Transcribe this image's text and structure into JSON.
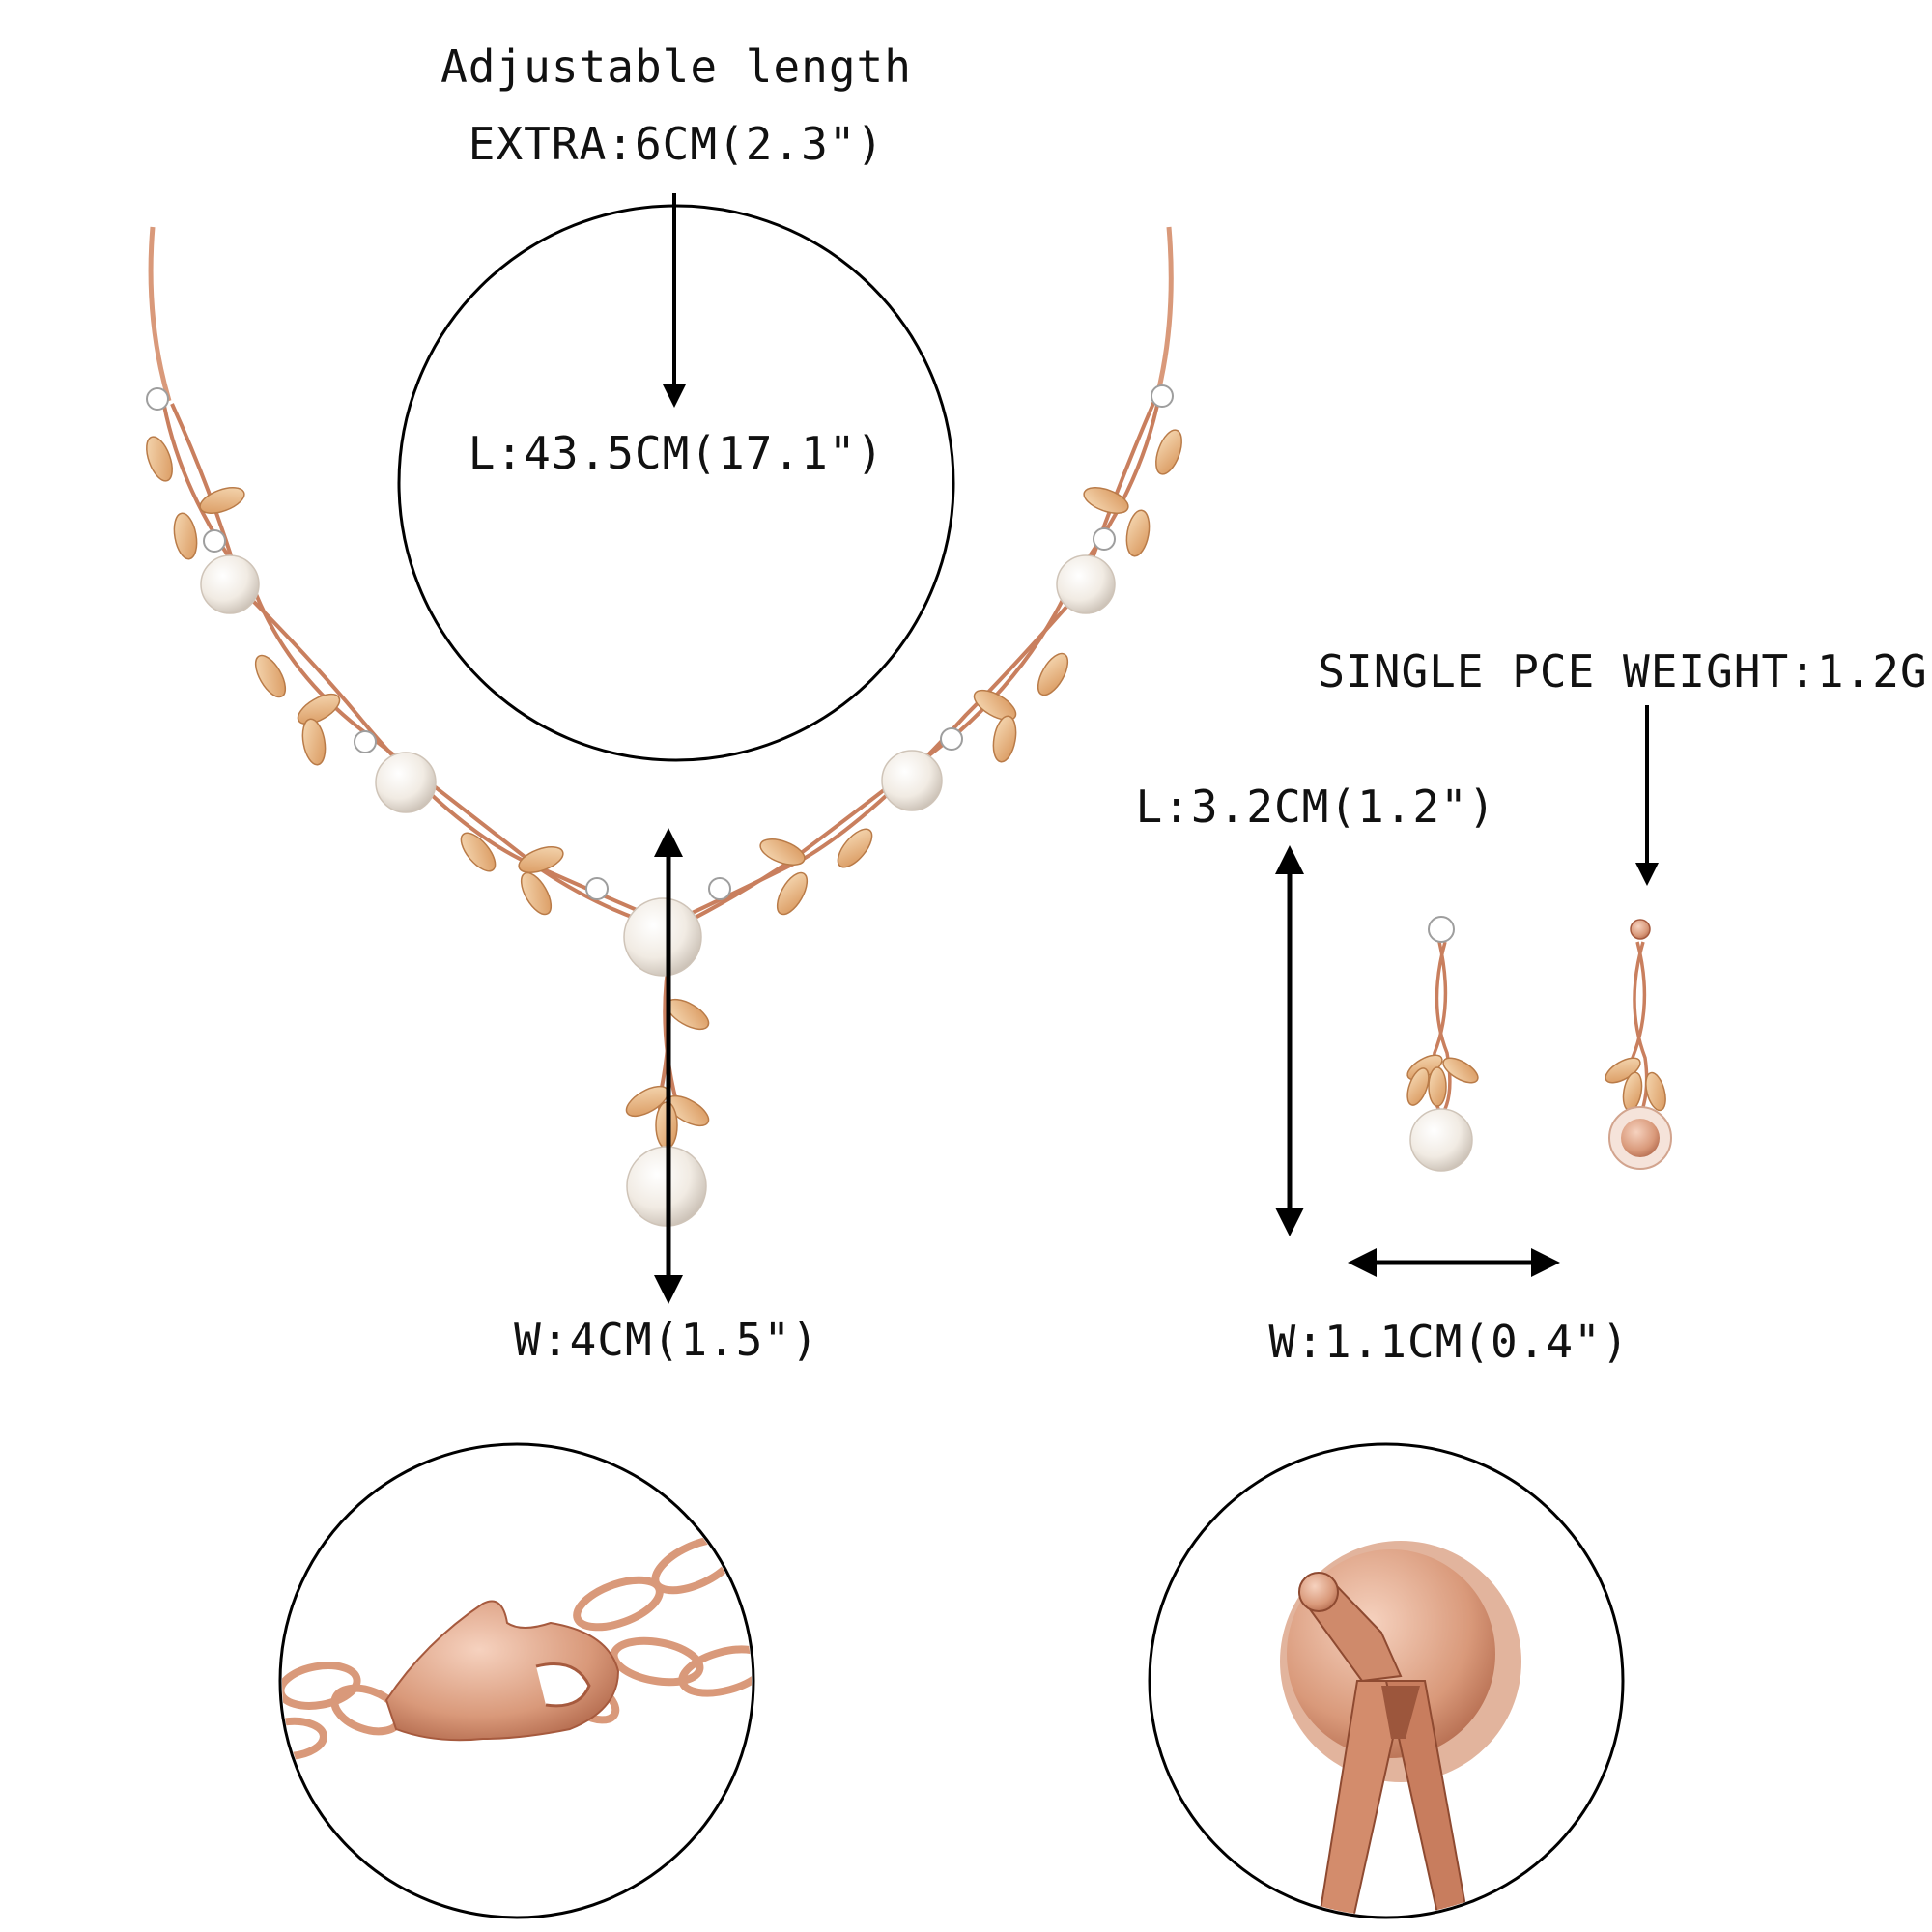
{
  "necklace": {
    "adjustable_label": "Adjustable length",
    "extra_label": "EXTRA:6CM(2.3\")",
    "length_label": "L:43.5CM(17.1\")",
    "width_label": "W:4CM(1.5\")"
  },
  "earring": {
    "weight_label": "SINGLE PCE WEIGHT:1.2G",
    "length_label": "L:3.2CM(1.2\")",
    "width_label": "W:1.1CM(0.4\")"
  },
  "colors": {
    "rose_gold": "#d9997a",
    "rose_gold_dark": "#b9694b",
    "champagne_stone": "#e6b27c",
    "pearl": "#f4efe8",
    "line": "#000000"
  }
}
